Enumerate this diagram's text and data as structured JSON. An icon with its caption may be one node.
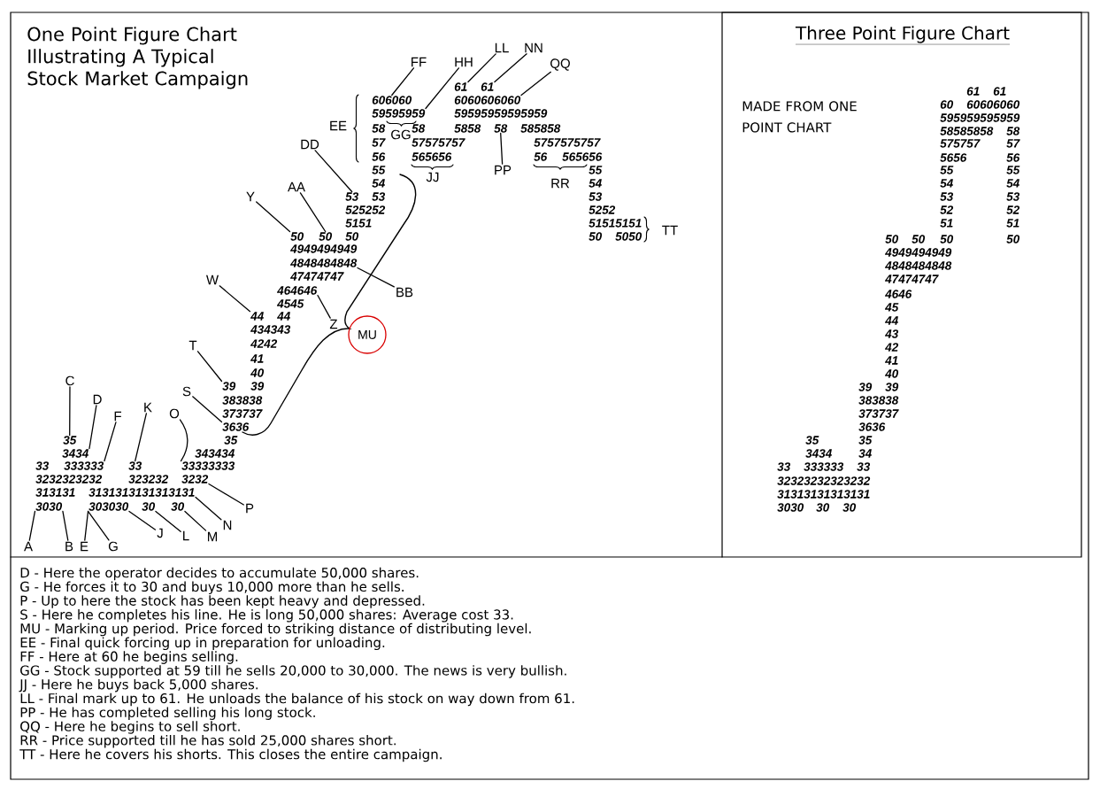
{
  "diagram": {
    "title": "One Point Figure Chart Illustrating A Typical Stock Market Campaign",
    "nodes": [
      {
        "text": [
          "LL"
        ]
      },
      {
        "text": [
          "NN"
        ]
      },
      {
        "text": [
          "FF"
        ]
      },
      {
        "text": [
          "HH"
        ]
      },
      {
        "text": [
          "QQ"
        ]
      },
      {
        "text": [
          "DD"
        ]
      },
      {
        "text": [
          "PP"
        ]
      },
      {
        "text": [
          "AA"
        ]
      },
      {
        "text": [
          "Y"
        ]
      },
      {
        "text": [
          "W"
        ]
      },
      {
        "text": [
          "BB"
        ]
      },
      {
        "text": [
          "Z"
        ]
      },
      {
        "text": [
          "MU"
        ]
      },
      {
        "text": [
          "T"
        ]
      },
      {
        "text": [
          "C"
        ]
      },
      {
        "text": [
          "S"
        ]
      },
      {
        "text": [
          "D"
        ]
      },
      {
        "text": [
          "K"
        ]
      },
      {
        "text": [
          "O"
        ]
      },
      {
        "text": [
          "F"
        ]
      },
      {
        "text": [
          "P"
        ]
      },
      {
        "text": [
          "N"
        ]
      },
      {
        "text": [
          "J"
        ]
      },
      {
        "text": [
          "L"
        ]
      },
      {
        "text": [
          "M"
        ]
      },
      {
        "text": [
          "A"
        ]
      },
      {
        "text": [
          "B"
        ]
      },
      {
        "text": [
          "E"
        ]
      },
      {
        "text": [
          "G"
        ]
      },
      {
        "text": [
          "Three Point Figure Chart",
          "MADE FROM ONE POINT CHART"
        ]
      },
      {
        "text": [
          "61"
        ]
      },
      {
        "text": [
          "61"
        ]
      },
      {
        "text": [
          "606060"
        ]
      },
      {
        "text": [
          "6060606060"
        ]
      },
      {
        "text": [
          "59595959"
        ]
      },
      {
        "text": [
          "58"
        ]
      },
      {
        "text": [
          "53"
        ]
      },
      {
        "text": [
          "50"
        ]
      },
      {
        "text": [
          "50"
        ]
      },
      {
        "text": [
          "4848484848"
        ]
      },
      {
        "text": [
          "464646"
        ]
      },
      {
        "text": [
          "44"
        ]
      },
      {
        "text": [
          "39"
        ]
      },
      {
        "text": [
          "3636"
        ]
      },
      {
        "text": [
          "35"
        ]
      },
      {
        "text": [
          "3434"
        ]
      },
      {
        "text": [
          "333333"
        ]
      },
      {
        "text": [
          "33"
        ]
      },
      {
        "text": [
          "33333333"
        ]
      },
      {
        "text": [
          "3232"
        ]
      },
      {
        "text": [
          "3131313131313131"
        ]
      },
      {
        "text": [
          "3030"
        ]
      },
      {
        "text": [
          "303030"
        ]
      },
      {
        "text": [
          "30"
        ]
      },
      {
        "text": [
          "30"
        ]
      }
    ],
    "edges": [
      {
        "from": 0,
        "to": 30,
        "arrow": "none"
      },
      {
        "from": 1,
        "to": 31,
        "arrow": "none"
      },
      {
        "from": 2,
        "to": 32,
        "arrow": "none"
      },
      {
        "from": 3,
        "to": 34,
        "arrow": "none"
      },
      {
        "from": 4,
        "to": 33,
        "arrow": "none"
      },
      {
        "from": 5,
        "to": 36,
        "arrow": "none"
      },
      {
        "from": 6,
        "to": 35,
        "arrow": "none"
      },
      {
        "from": 7,
        "to": 38,
        "arrow": "none"
      },
      {
        "from": 8,
        "to": 37,
        "arrow": "none"
      },
      {
        "from": 9,
        "to": 41,
        "arrow": "none"
      },
      {
        "from": 10,
        "to": 39,
        "arrow": "none"
      },
      {
        "from": 11,
        "to": 40,
        "arrow": "none"
      },
      {
        "from": 13,
        "to": 42,
        "arrow": "none"
      },
      {
        "from": 14,
        "to": 44,
        "arrow": "none"
      },
      {
        "from": 15,
        "to": 43,
        "arrow": "none"
      },
      {
        "from": 16,
        "to": 45,
        "arrow": "none"
      },
      {
        "from": 17,
        "to": 47,
        "arrow": "none"
      },
      {
        "from": 18,
        "to": 48,
        "arrow": "none"
      },
      {
        "from": 19,
        "to": 46,
        "arrow": "none"
      },
      {
        "from": 20,
        "to": 49,
        "arrow": "none"
      },
      {
        "from": 21,
        "to": 50,
        "arrow": "none"
      },
      {
        "from": 22,
        "to": 52,
        "arrow": "none"
      },
      {
        "from": 23,
        "to": 53,
        "arrow": "none"
      },
      {
        "from": 24,
        "to": 54,
        "arrow": "none"
      },
      {
        "from": 25,
        "to": 51,
        "arrow": "none"
      },
      {
        "from": 26,
        "to": 51,
        "arrow": "none"
      },
      {
        "from": 27,
        "to": 52,
        "arrow": "none"
      },
      {
        "from": 28,
        "to": 52,
        "arrow": "none"
      }
    ],
    "labels": [
      "59595959595959",
      "58",
      "58",
      "5858",
      "585858",
      "57",
      "57575757",
      "5757575757",
      "56",
      "565656",
      "56",
      "565656",
      "55",
      "55",
      "54",
      "54",
      "53",
      "53",
      "525252",
      "5252",
      "5151",
      "51515151",
      "50",
      "50",
      "5050",
      "4949494949",
      "47474747",
      "4545",
      "44",
      "434343",
      "4242",
      "41",
      "40",
      "39",
      "383838",
      "373737",
      "35",
      "343434",
      "33",
      "3232323232",
      "323232",
      "313131",
      "EE",
      "GG",
      "JJ",
      "RR",
      "TT",
      "61",
      "61",
      "60",
      "60606060",
      "595959595959",
      "58585858",
      "58",
      "575757",
      "57",
      "5656",
      "56",
      "55",
      "55",
      "54",
      "54",
      "53",
      "53",
      "52",
      "52",
      "51",
      "51",
      "50",
      "50",
      "50",
      "50",
      "4949494949",
      "4848484848",
      "47474747",
      "4646",
      "45",
      "44",
      "43",
      "42",
      "41",
      "40",
      "39",
      "39",
      "383838",
      "373737",
      "3636",
      "35",
      "35",
      "3434",
      "34",
      "33",
      "333333",
      "33",
      "32323232323232",
      "31313131313131",
      "3030",
      "30",
      "30",
      "D - Here the operator decides to accumulate 50,000 shares.",
      "G - He forces it to 30 and buys 10,000 more than he sells.",
      "P - Up to here the stock has been kept heavy and depressed.",
      "S - Here he completes his line. He is long 50,000 shares: Average cost 33.",
      "MU - Marking up period. Price forced to striking distance of distributing level.",
      "EE - Final quick forcing up in preparation for unloading.",
      "FF - Here at 60 he begins selling.",
      "GG - Stock supported at 59 till he sells 20,000 to 30,000. The news is very bullish.",
      "JJ - Here he buys back 5,000 shares.",
      "LL - Final mark up to 61. He unloads the balance of his stock on way down from 61.",
      "PP - He has completed selling his long stock.",
      "QQ - Here he begins to sell short.",
      "RR - Price supported till he has sold 25,000 shares short.",
      "TT - Here he covers his shorts. This closes the entire campaign."
    ]
  }
}
